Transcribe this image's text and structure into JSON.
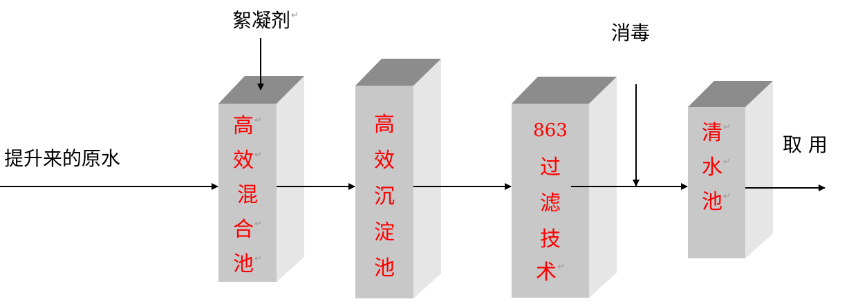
{
  "labels": {
    "input": "提升来的原水",
    "coagulant": "絮凝剂",
    "disinfection": "消毒",
    "output": "取 用"
  },
  "return_mark": "↵",
  "boxes": [
    {
      "name": "mixing-tank",
      "chars": [
        "高",
        "效",
        "混",
        "合",
        "池"
      ],
      "return_marks": [
        true,
        true,
        false,
        true,
        true
      ]
    },
    {
      "name": "sedimentation-tank",
      "chars": [
        "高",
        "效",
        "沉",
        "淀",
        "池"
      ],
      "return_marks": [
        false,
        false,
        false,
        false,
        false
      ]
    },
    {
      "name": "filtration-tech",
      "chars": [
        "863",
        "过",
        "滤",
        "技",
        "术"
      ],
      "return_marks": [
        false,
        false,
        false,
        false,
        true
      ]
    },
    {
      "name": "clear-water-tank",
      "chars": [
        "清",
        "水",
        "池"
      ],
      "return_marks": [
        true,
        true,
        true
      ]
    }
  ],
  "colors": {
    "box_front": "#c8c8c8",
    "box_top": "#8c8c8c",
    "box_side": "#e6e6e6",
    "text": "#ff0000",
    "arrow": "#000000"
  }
}
